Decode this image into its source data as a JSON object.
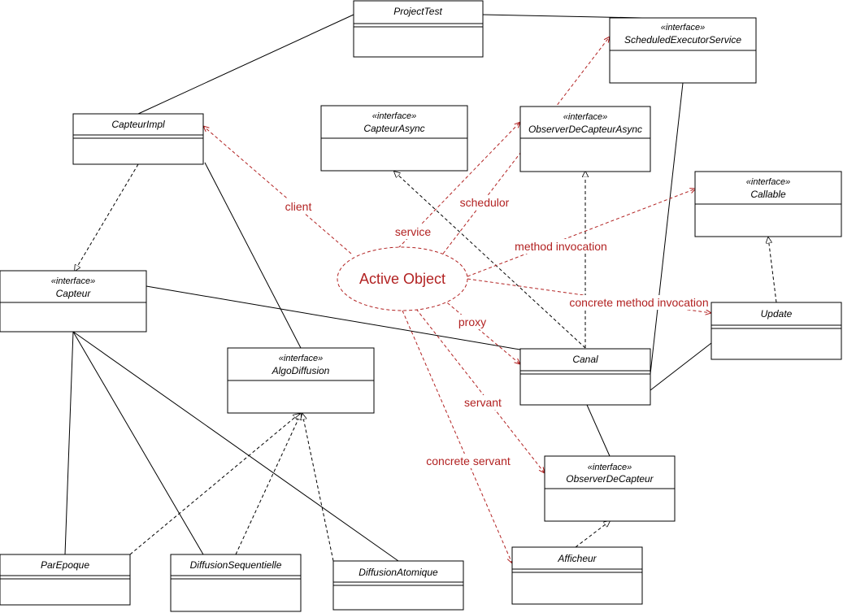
{
  "colors": {
    "line": "#000000",
    "pattern": "#b22222",
    "box_fill": "#ffffff"
  },
  "classes": {
    "project_test": {
      "name": "ProjectTest",
      "stereotype": ""
    },
    "scheduled_executor_service": {
      "name": "ScheduledExecutorService",
      "stereotype": "«interface»"
    },
    "capteur_impl": {
      "name": "CapteurImpl",
      "stereotype": ""
    },
    "capteur_async": {
      "name": "CapteurAsync",
      "stereotype": "«interface»"
    },
    "observer_de_capteur_async": {
      "name": "ObserverDeCapteurAsync",
      "stereotype": "«interface»"
    },
    "callable": {
      "name": "Callable",
      "stereotype": "«interface»"
    },
    "capteur": {
      "name": "Capteur",
      "stereotype": "«interface»"
    },
    "update": {
      "name": "Update",
      "stereotype": ""
    },
    "algo_diffusion": {
      "name": "AlgoDiffusion",
      "stereotype": "«interface»"
    },
    "canal": {
      "name": "Canal",
      "stereotype": ""
    },
    "observer_de_capteur": {
      "name": "ObserverDeCapteur",
      "stereotype": "«interface»"
    },
    "par_epoque": {
      "name": "ParEpoque",
      "stereotype": ""
    },
    "diffusion_sequentielle": {
      "name": "DiffusionSequentielle",
      "stereotype": ""
    },
    "diffusion_atomique": {
      "name": "DiffusionAtomique",
      "stereotype": ""
    },
    "afficheur": {
      "name": "Afficheur",
      "stereotype": ""
    }
  },
  "active_object": {
    "label": "Active Object"
  },
  "relation_labels": {
    "client": "client",
    "service": "service",
    "schedulor": "schedulor",
    "method_invocation": "method invocation",
    "concrete_method_invocation": "concrete method invocation",
    "proxy": "proxy",
    "servant": "servant",
    "concrete_servant": "concrete servant"
  }
}
